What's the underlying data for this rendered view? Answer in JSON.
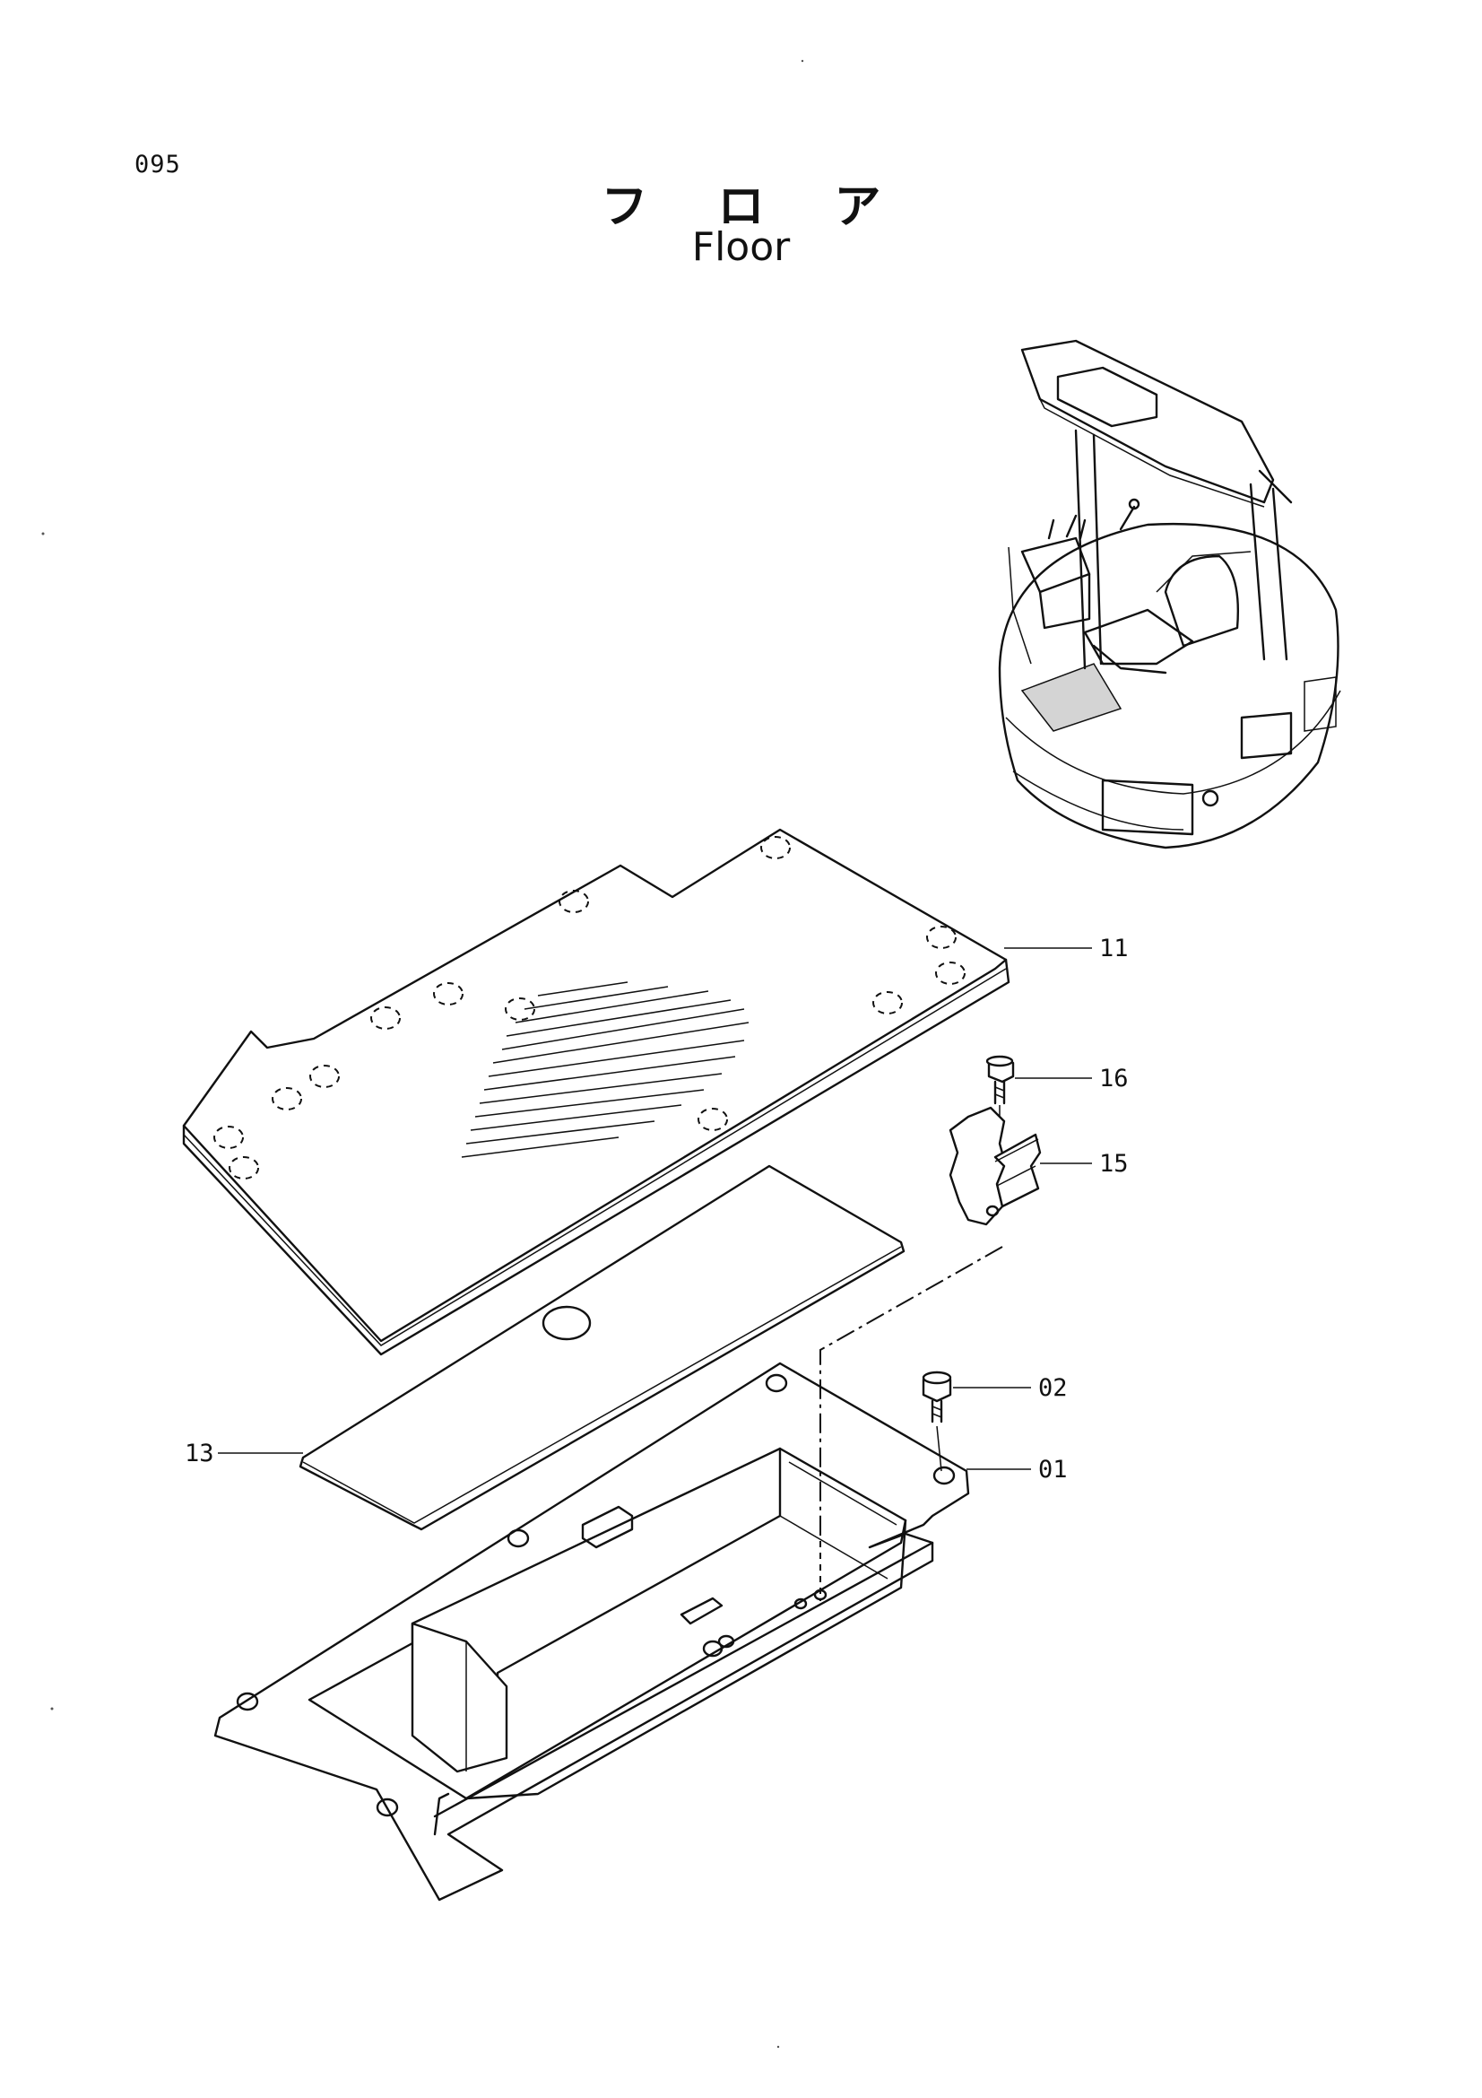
{
  "page_number": "095",
  "title_jp": "フロア",
  "title_en": "Floor",
  "callouts": {
    "c11": "11",
    "c16": "16",
    "c15": "15",
    "c02": "02",
    "c13": "13",
    "c01": "01"
  }
}
